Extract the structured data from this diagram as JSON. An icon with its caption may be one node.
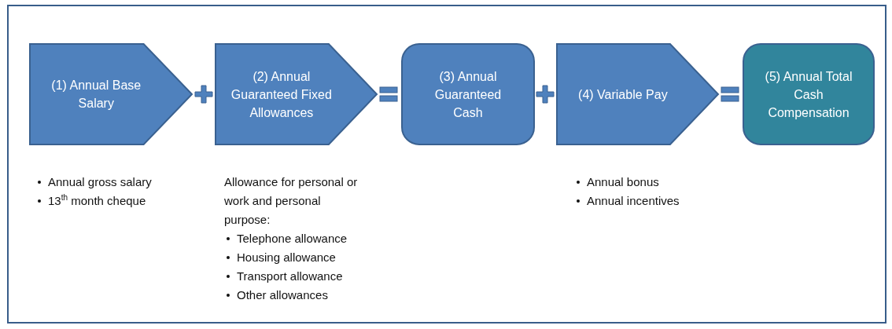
{
  "diagram": {
    "nodes": [
      {
        "text": [
          "(1) Annual Base Salary"
        ],
        "beside": [
          "Annual gross salary",
          "13$^{th}$ month cheque"
        ]
      },
      {
        "text": [
          "(2) Annual Guaranteed Fixed Allowances"
        ],
        "beside": [
          "Allowance for personal or work and personal purpose:",
          "Telephone allowance",
          "Housing allowance",
          "Transport allowance",
          "Other allowances"
        ]
      },
      {
        "text": [
          "(3) Annual Guaranteed Cash"
        ]
      },
      {
        "text": [
          "(4) Variable Pay"
        ],
        "beside": [
          "Annual bonus",
          "Annual incentives"
        ]
      },
      {
        "text": [
          "(5) Annual Total Cash Compensation"
        ]
      }
    ]
  }
}
